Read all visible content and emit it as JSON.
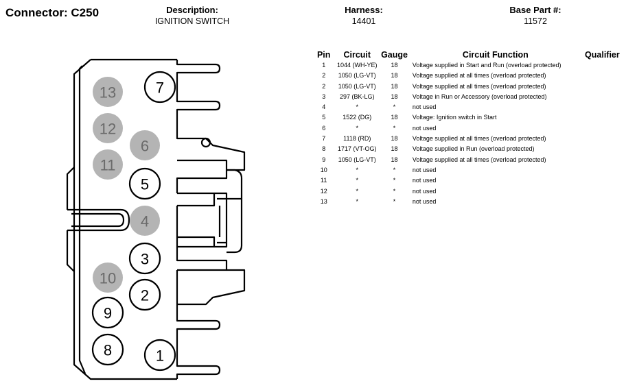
{
  "header": {
    "connector_label": "Connector: C250",
    "description_label": "Description:",
    "description_value": "IGNITION SWITCH",
    "harness_label": "Harness:",
    "harness_value": "14401",
    "base_part_label": "Base Part #:",
    "base_part_value": "11572"
  },
  "pin_table": {
    "columns": [
      "Pin",
      "Circuit",
      "Gauge",
      "Circuit Function",
      "Qualifier"
    ],
    "rows": [
      {
        "pin": "1",
        "circuit": "1044 (WH-YE)",
        "gauge": "18",
        "function": "Voltage supplied in Start and Run (overload protected)",
        "qualifier": ""
      },
      {
        "pin": "2",
        "circuit": "1050 (LG-VT)",
        "gauge": "18",
        "function": "Voltage supplied at all times (overload protected)",
        "qualifier": ""
      },
      {
        "pin": "2",
        "circuit": "1050 (LG-VT)",
        "gauge": "18",
        "function": "Voltage supplied at all times (overload protected)",
        "qualifier": ""
      },
      {
        "pin": "3",
        "circuit": "297 (BK-LG)",
        "gauge": "18",
        "function": "Voltage in Run or Accessory (overload protected)",
        "qualifier": ""
      },
      {
        "pin": "4",
        "circuit": "*",
        "gauge": "*",
        "function": "not used",
        "qualifier": ""
      },
      {
        "pin": "5",
        "circuit": "1522 (DG)",
        "gauge": "18",
        "function": "Voltage: Ignition switch in Start",
        "qualifier": ""
      },
      {
        "pin": "6",
        "circuit": "*",
        "gauge": "*",
        "function": "not used",
        "qualifier": ""
      },
      {
        "pin": "7",
        "circuit": "1118 (RD)",
        "gauge": "18",
        "function": "Voltage supplied at all times (overload protected)",
        "qualifier": ""
      },
      {
        "pin": "8",
        "circuit": "1717 (VT-OG)",
        "gauge": "18",
        "function": "Voltage supplied in Run (overload protected)",
        "qualifier": ""
      },
      {
        "pin": "9",
        "circuit": "1050 (LG-VT)",
        "gauge": "18",
        "function": "Voltage supplied at all times (overload protected)",
        "qualifier": ""
      },
      {
        "pin": "10",
        "circuit": "*",
        "gauge": "*",
        "function": "not used",
        "qualifier": ""
      },
      {
        "pin": "11",
        "circuit": "*",
        "gauge": "*",
        "function": "not used",
        "qualifier": ""
      },
      {
        "pin": "12",
        "circuit": "*",
        "gauge": "*",
        "function": "not used",
        "qualifier": ""
      },
      {
        "pin": "13",
        "circuit": "*",
        "gauge": "*",
        "function": "not used",
        "qualifier": ""
      }
    ]
  },
  "connector_face": {
    "pins": [
      {
        "label": "13",
        "status": "unused"
      },
      {
        "label": "7",
        "status": "used"
      },
      {
        "label": "12",
        "status": "unused"
      },
      {
        "label": "6",
        "status": "unused"
      },
      {
        "label": "11",
        "status": "unused"
      },
      {
        "label": "5",
        "status": "used"
      },
      {
        "label": "4",
        "status": "unused"
      },
      {
        "label": "3",
        "status": "used"
      },
      {
        "label": "10",
        "status": "unused"
      },
      {
        "label": "2",
        "status": "used"
      },
      {
        "label": "9",
        "status": "used"
      },
      {
        "label": "8",
        "status": "used"
      },
      {
        "label": "1",
        "status": "used"
      }
    ],
    "colors": {
      "used_fill": "#ffffff",
      "unused_fill": "#b4b4b4",
      "outline": "#000000"
    }
  }
}
